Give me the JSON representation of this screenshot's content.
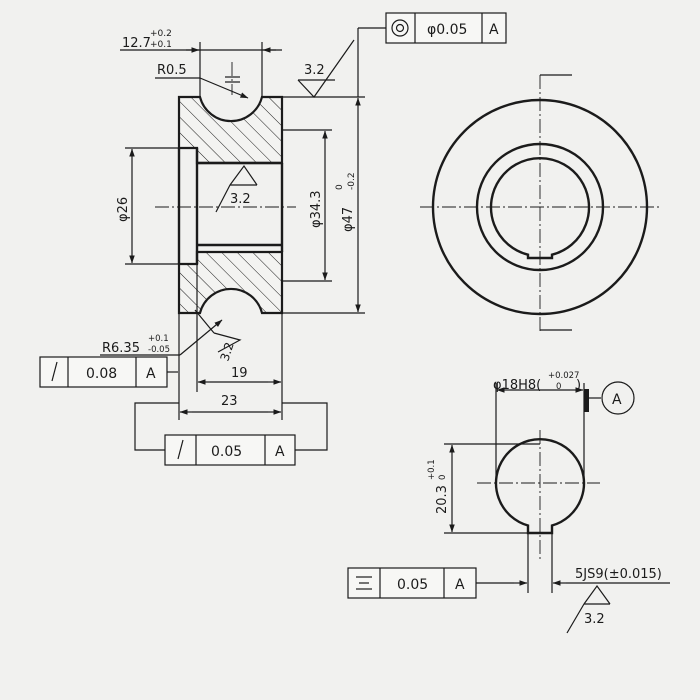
{
  "drawing": {
    "width_dim": {
      "value": "12.7",
      "upper": "+0.2",
      "lower": "+0.1"
    },
    "top_radius": "R0.5",
    "flange_roughness": "3.2",
    "bore_roughness": "3.2",
    "groove_roughness": "3.2",
    "hub_dia": "φ26",
    "bore_dia": "φ34.3",
    "outer_dia": {
      "value": "φ47",
      "upper": "0",
      "lower": "-0.2"
    },
    "groove_radius": {
      "value": "R6.35",
      "upper": "+0.1",
      "lower": "-0.05"
    },
    "hub_length": "19",
    "total_length": "23",
    "concentricity_frame": {
      "symbol": "◎",
      "tolerance": "φ0.05",
      "datum": "A"
    },
    "runout_frame_left": {
      "symbol": "/",
      "tolerance": "0.08",
      "datum": "A"
    },
    "runout_frame_bottom": {
      "symbol": "/",
      "tolerance": "0.05",
      "datum": "A"
    },
    "keyway_bore": {
      "value": "φ18H8(",
      "upper": "+0.027",
      "lower": "0"
    },
    "datum_label": "A",
    "keyway_depth": {
      "value": "20.3",
      "upper": "+0.1",
      "lower": "0"
    },
    "keyway_width": "5JS9(±0.015)",
    "symmetry_frame": {
      "symbol": "≡",
      "tolerance": "0.05",
      "datum": "A"
    },
    "keyway_roughness": "3.2"
  }
}
